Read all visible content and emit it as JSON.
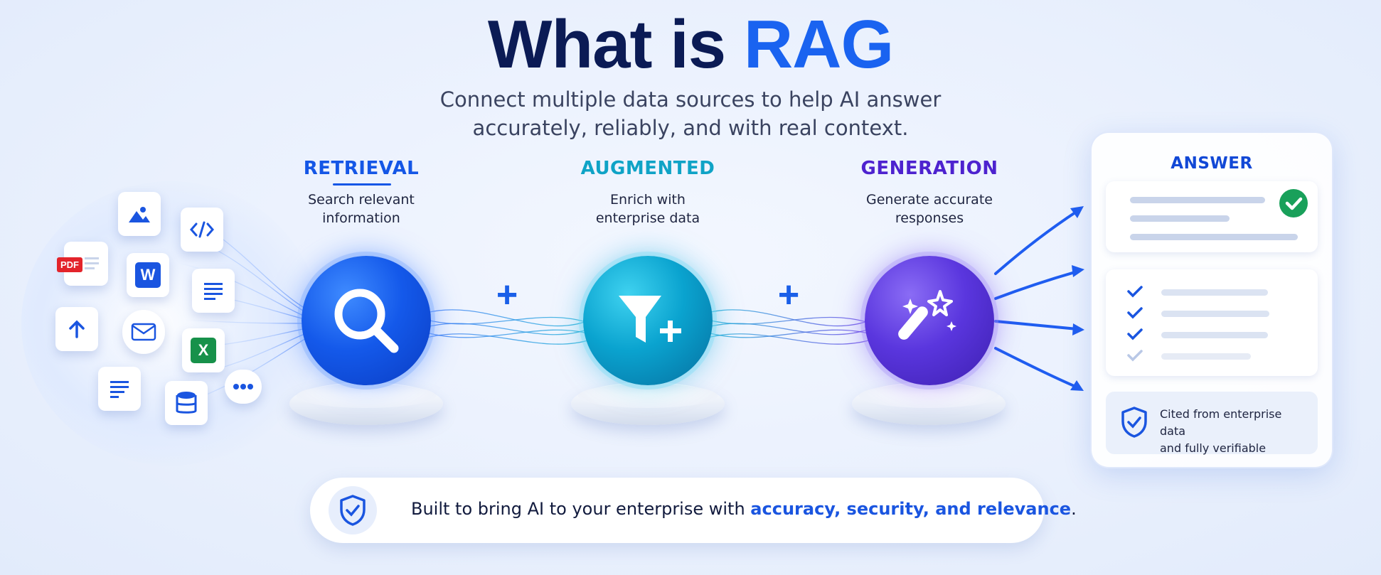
{
  "header": {
    "title_main": "What is ",
    "title_accent": "RAG",
    "subtitle_line1": "Connect multiple data sources to help AI answer",
    "subtitle_line2": "accurately, reliably, and with real context."
  },
  "stages": [
    {
      "title": "RETRIEVAL",
      "desc_line1": "Search relevant",
      "desc_line2": "information",
      "color": "#1456e6",
      "icon": "magnifier-icon"
    },
    {
      "title": "AUGMENTED",
      "desc_line1": "Enrich with",
      "desc_line2": "enterprise data",
      "color": "#0fa3c6",
      "icon": "funnel-plus-icon"
    },
    {
      "title": "GENERATION",
      "desc_line1": "Generate accurate",
      "desc_line2": "responses",
      "color": "#4d22cf",
      "icon": "magic-wand-icon"
    }
  ],
  "connectors": {
    "plus_1": "+",
    "plus_2": "+"
  },
  "sources": {
    "pdf_label": "PDF",
    "word_label": "W",
    "excel_label": "X",
    "icons": [
      "image-file-icon",
      "code-file-icon",
      "pdf-file-icon",
      "word-file-icon",
      "text-file-icon",
      "upload-file-icon",
      "email-icon",
      "excel-file-icon",
      "document-icon",
      "database-icon",
      "chat-bubble-icon"
    ]
  },
  "answer": {
    "title": "ANSWER",
    "citation_line1": "Cited from enterprise data",
    "citation_line2": "and fully verifiable"
  },
  "banner": {
    "text_plain": "Built to bring AI to your enterprise with ",
    "text_highlight": "accuracy, security, and relevance",
    "text_end": "."
  },
  "colors": {
    "accent_blue": "#1a63f0",
    "navy": "#0b1b55",
    "teal": "#0fa3c6",
    "purple": "#4d22cf",
    "check_green": "#19a05a"
  }
}
